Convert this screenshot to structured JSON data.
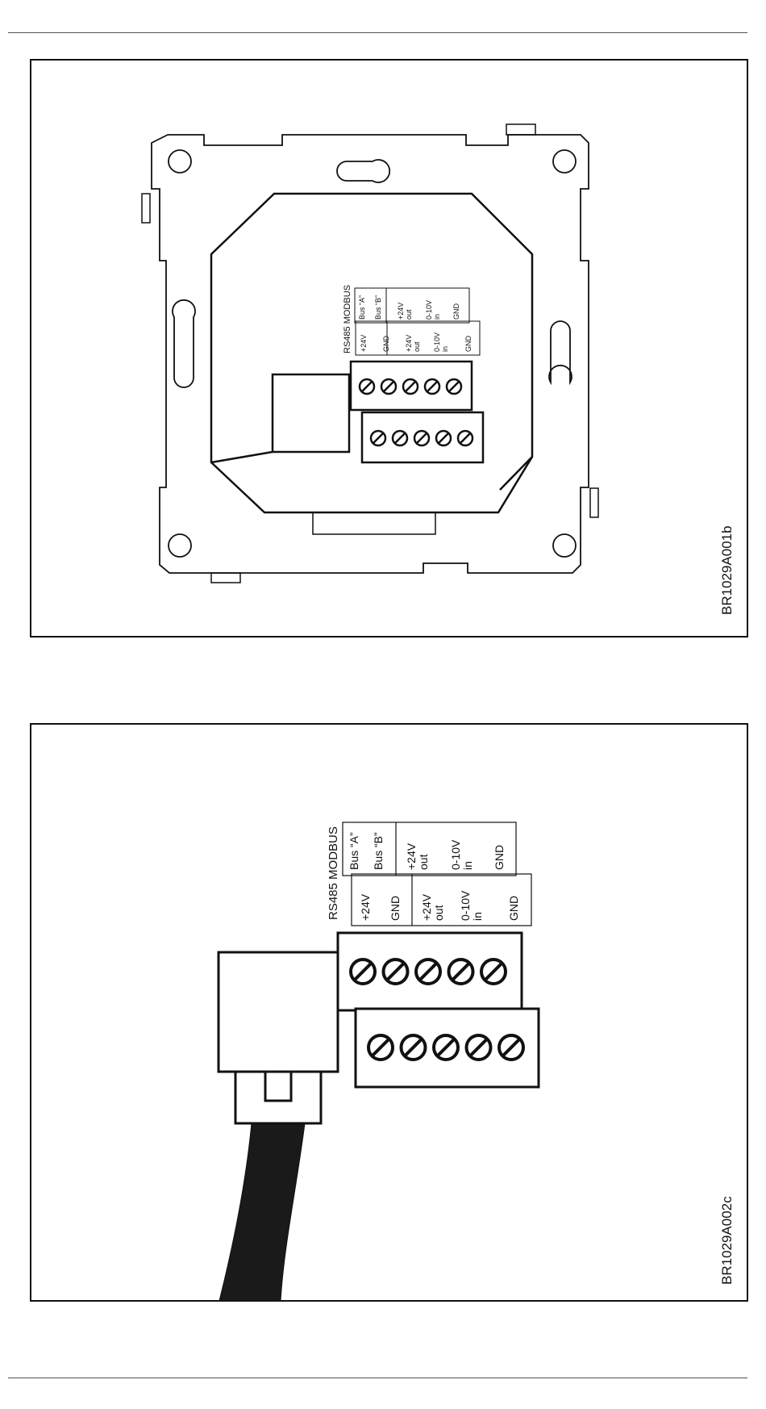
{
  "figure1": {
    "code": "BR1029A001b",
    "title": "RS485 MODBUS",
    "upper_row_labels": [
      "Bus “A”",
      "Bus “B”",
      "+24V\nout",
      "0-10V\nin",
      "GND"
    ],
    "lower_row_labels": [
      "+24V",
      "GND",
      "+24V\nout",
      "0-10V\nin",
      "GND"
    ]
  },
  "figure2": {
    "code": "BR1029A002c",
    "title": "RS485 MODBUS",
    "upper_row_labels": [
      "Bus “A”",
      "Bus “B”",
      "+24V\nout",
      "0-10V\nin",
      "GND"
    ],
    "lower_row_labels": [
      "+24V",
      "GND",
      "+24V\nout",
      "0-10V\nin",
      "GND"
    ]
  }
}
